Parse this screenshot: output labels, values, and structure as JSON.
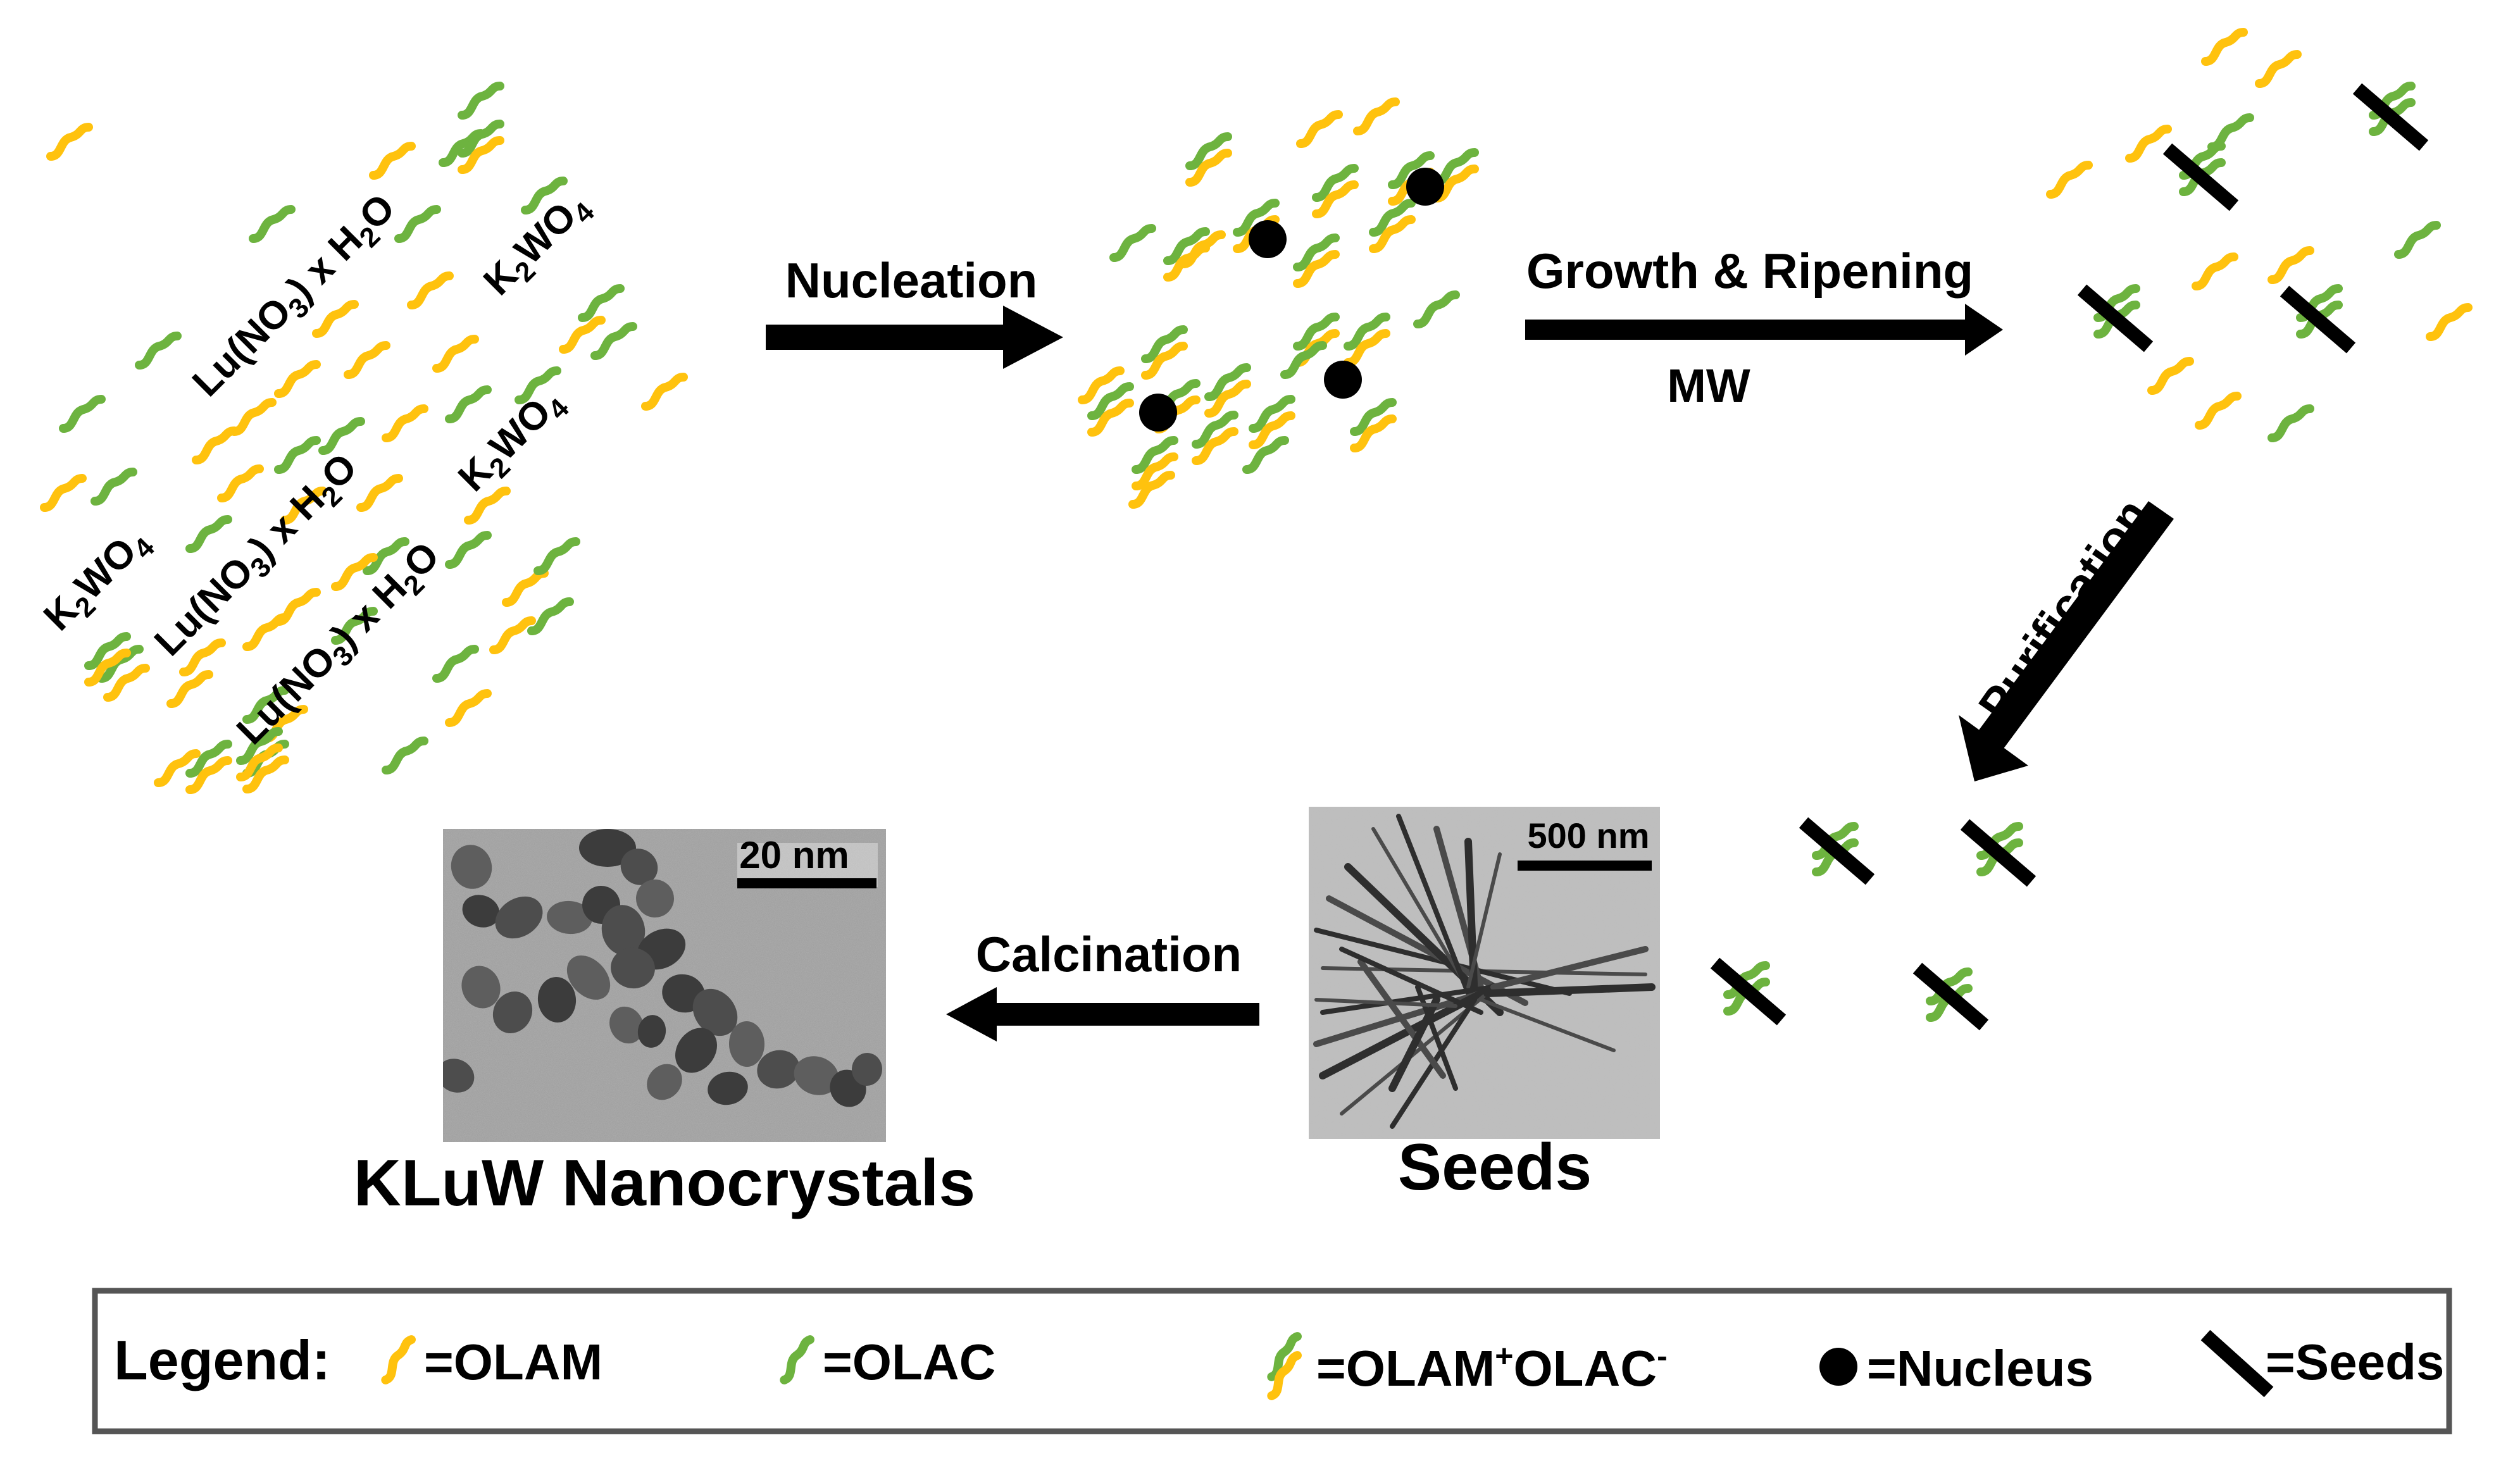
{
  "colors": {
    "olam": "#FFC20E",
    "olac": "#6DB33F",
    "ink": "#000000",
    "micrograph_bg": "#9a9a9a",
    "micrograph_dark": "#3a3a3a",
    "legend_border": "#555555"
  },
  "precursors": {
    "lu_nitrate_1": "Lu(NO",
    "lu_nitrate_2": "Lu(NO",
    "lu_nitrate_3": "Lu(NO",
    "lu_sub3": "3",
    "lu_sub3_2": "3",
    "lu_sub3_3": "3",
    "lu_tail": ") x H",
    "lu_tail_2": ") x H",
    "lu_tail_3": ") x H",
    "sub2": "2",
    "sub2_2": "2",
    "sub2_3": "2",
    "o": "O",
    "o_2": "O",
    "o_3": "O",
    "k_1": "K",
    "k_2": "K",
    "k_3": "K",
    "wo_1": "WO",
    "wo_2": "WO",
    "wo_3": "WO",
    "ksub2_1": "2",
    "ksub2_2": "2",
    "ksub2_3": "2",
    "ksub4_1": "4",
    "ksub4_2": "4",
    "ksub4_3": "4"
  },
  "steps": {
    "nucleation": "Nucleation",
    "growth": "Growth & Ripening",
    "mw": "MW",
    "purification": "Purification",
    "calcination": "Calcination"
  },
  "micrographs": {
    "product_scale": "20 nm",
    "seeds_scale": "500 nm"
  },
  "captions": {
    "product": "KLuW Nanocrystals",
    "seeds": "Seeds"
  },
  "legend": {
    "title": "Legend:",
    "olam": "=OLAM",
    "olac": "=OLAC",
    "pair_a": "=OLAM",
    "pair_plus": "+",
    "pair_b": "OLAC",
    "pair_minus": "-",
    "nucleus": "=Nucleus",
    "seeds": "=Seeds"
  }
}
